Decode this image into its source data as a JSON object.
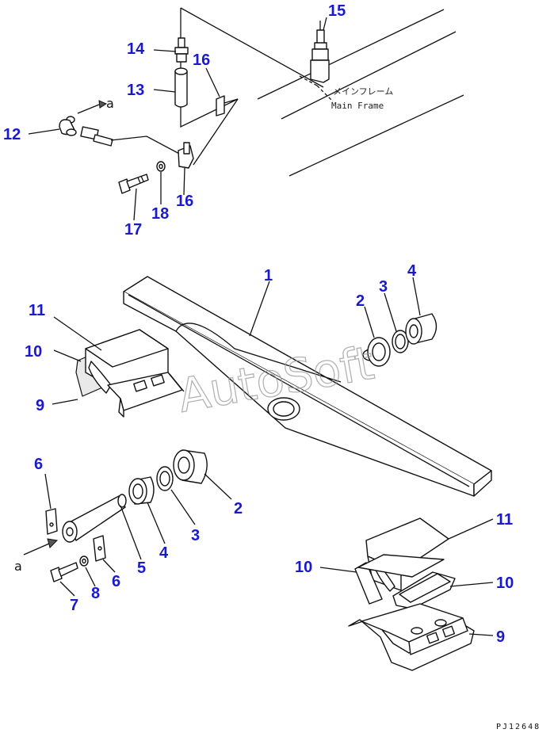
{
  "watermark": "AutoSoft",
  "drawing_code": "PJ12648",
  "annotation": {
    "japanese": "メインフレーム",
    "english": "Main Frame",
    "view_marker": "a"
  },
  "callouts": {
    "c1": "1",
    "c2a": "2",
    "c2b": "2",
    "c3a": "3",
    "c3b": "3",
    "c4a": "4",
    "c4b": "4",
    "c5": "5",
    "c6a": "6",
    "c6b": "6",
    "c7": "7",
    "c8": "8",
    "c9a": "9",
    "c9b": "9",
    "c10a": "10",
    "c10b": "10",
    "c10c": "10",
    "c11a": "11",
    "c11b": "11",
    "c12": "12",
    "c13": "13",
    "c14": "14",
    "c15": "15",
    "c16a": "16",
    "c16b": "16",
    "c17": "17",
    "c18": "18"
  },
  "colors": {
    "callout": "#1a1acc",
    "line": "#111111",
    "watermark": "#9a9a9a"
  }
}
